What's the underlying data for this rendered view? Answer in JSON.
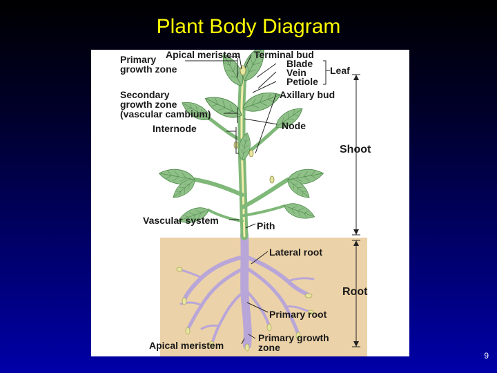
{
  "slide": {
    "title": "Plant Body Diagram",
    "number": "9"
  },
  "diagram": {
    "labels": {
      "primary_growth_zone_top_1": "Primary",
      "primary_growth_zone_top_2": "growth zone",
      "apical_meristem_top": "Apical meristem",
      "terminal_bud": "Terminal bud",
      "blade": "Blade",
      "vein": "Vein",
      "petiole": "Petiole",
      "leaf": "Leaf",
      "axillary_bud": "Axillary bud",
      "secondary_growth_zone_1": "Secondary",
      "secondary_growth_zone_2": "growth zone",
      "secondary_growth_zone_3": "(vascular cambium)",
      "internode": "Internode",
      "node": "Node",
      "shoot": "Shoot",
      "vascular_system": "Vascular system",
      "pith": "Pith",
      "lateral_root": "Lateral root",
      "root": "Root",
      "primary_root": "Primary root",
      "apical_meristem_bottom": "Apical meristem",
      "primary_growth_zone_bottom_1": "Primary growth",
      "primary_growth_zone_bottom_2": "zone"
    },
    "colors": {
      "leaf": "#8fc088",
      "leaf_dark": "#5f9a5c",
      "stem": "#7fb878",
      "vascular": "#f3ecaa",
      "root": "#b9a6d8",
      "root_tip": "#e6e6a0",
      "soil": "#ecd2a8"
    }
  }
}
